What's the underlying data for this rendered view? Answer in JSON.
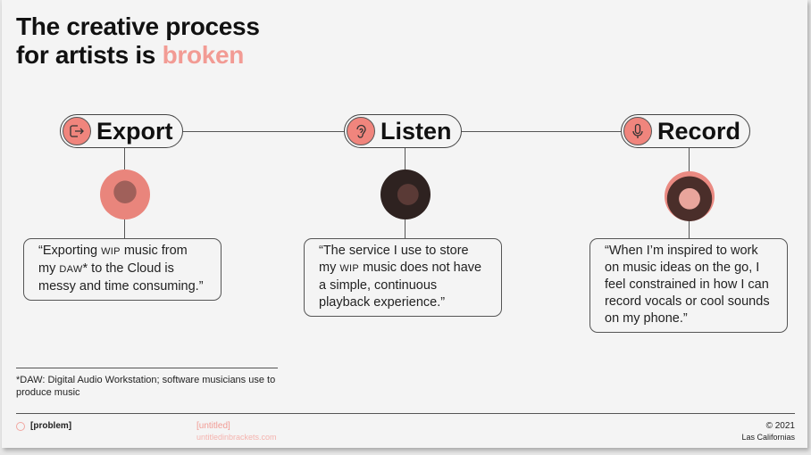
{
  "title": {
    "line1": "The creative process",
    "line2_prefix": "for artists is ",
    "line2_accent": "broken"
  },
  "colors": {
    "accent": "#f29b94",
    "icon_fill": "#f0857d"
  },
  "steps": [
    {
      "label": "Export",
      "icon": "export-icon",
      "quote": {
        "a": "“Exporting ",
        "b": "WIP",
        "c": " music from my ",
        "d": "DAW",
        "e": "* to the Cloud is messy and time consuming.”"
      }
    },
    {
      "label": "Listen",
      "icon": "ear-icon",
      "quote": {
        "a": "“The service I use to store my ",
        "b": "WIP",
        "c": " music does not have a simple, continuous playback experience.”"
      }
    },
    {
      "label": "Record",
      "icon": "microphone-icon",
      "quote": {
        "a": "“When I’m inspired to work on music ideas on the go, I feel constrained in how I can record vocals or cool sounds on my phone.”"
      }
    }
  ],
  "footnote": "*DAW:  Digital Audio Workstation; software musicians use to produce music",
  "footer": {
    "section": "[problem]",
    "brand": "[untitled]",
    "url": "untitledinbrackets.com",
    "copyright": "© 2021",
    "location": "Las Californias"
  }
}
